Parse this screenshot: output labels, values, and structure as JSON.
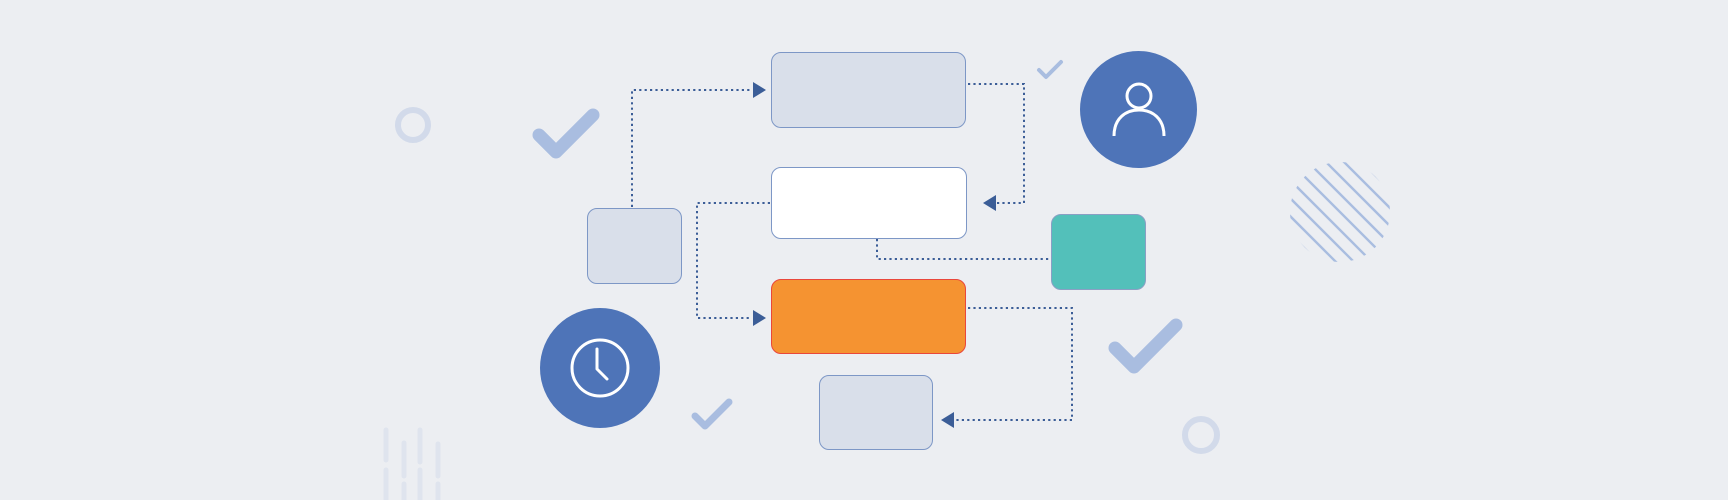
{
  "diagram": {
    "type": "flowchart-illustration",
    "nodes": [
      {
        "id": "top-box",
        "style": "grey",
        "text": ""
      },
      {
        "id": "middle-box",
        "style": "white",
        "text": ""
      },
      {
        "id": "highlight-box",
        "style": "orange",
        "text": ""
      },
      {
        "id": "left-box",
        "style": "grey",
        "text": ""
      },
      {
        "id": "bottom-box",
        "style": "grey",
        "text": ""
      },
      {
        "id": "teal-box",
        "style": "teal",
        "text": ""
      }
    ],
    "connectors": [
      {
        "from": "left-box",
        "to": "top-box",
        "arrow": true
      },
      {
        "from": "top-box",
        "to": "middle-box",
        "arrow": true
      },
      {
        "from": "middle-box",
        "to": "highlight-box",
        "arrow": true
      },
      {
        "from": "middle-box",
        "to": "teal-box",
        "arrow": false
      },
      {
        "from": "highlight-box",
        "to": "bottom-box",
        "arrow": true
      }
    ],
    "icons": [
      "user-icon",
      "clock-icon"
    ],
    "colors": {
      "background": "#eceef2",
      "node_fill": "#d9dfea",
      "node_border": "#7d97c6",
      "accent_orange": "#f59331",
      "accent_red_border": "#e9473b",
      "accent_teal": "#53c0ba",
      "icon_circle": "#4e74b8",
      "connector": "#3b5d97",
      "decor_check": "#a9bde0"
    }
  }
}
